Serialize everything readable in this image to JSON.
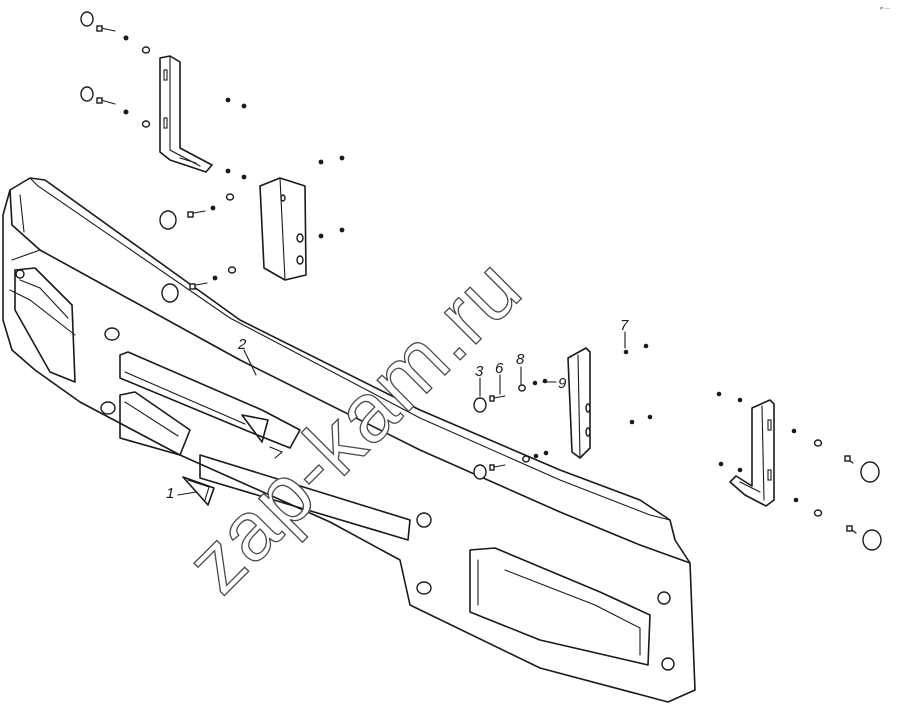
{
  "diagram": {
    "callouts": [
      {
        "id": "1",
        "label": "1"
      },
      {
        "id": "2",
        "label": "2"
      },
      {
        "id": "3",
        "label": "3"
      },
      {
        "id": "6",
        "label": "6"
      },
      {
        "id": "7",
        "label": "7"
      },
      {
        "id": "8",
        "label": "8"
      },
      {
        "id": "9",
        "label": "9"
      }
    ],
    "watermark": "zap-kam.ru",
    "corner_mark": "ᵍᶠ ◦◦◦"
  },
  "colors": {
    "line": "#1a1a1a",
    "background": "#ffffff"
  }
}
